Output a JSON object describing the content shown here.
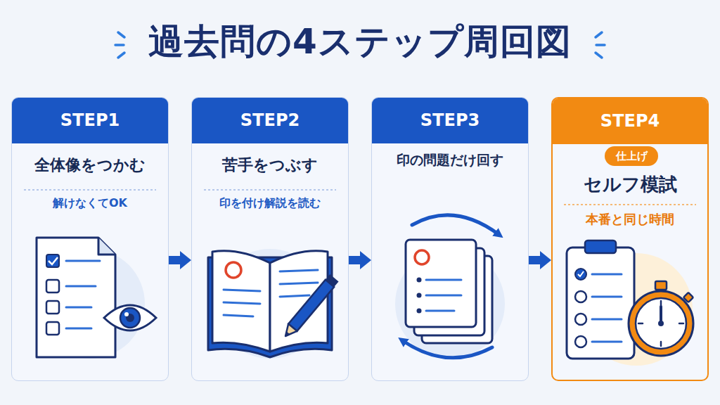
{
  "diagram": {
    "title": "過去問の4ステップ周回図",
    "nodes": [
      {
        "text": [
          "STEP1",
          "全体像をつかむ",
          "解けなくてOK"
        ]
      },
      {
        "text": [
          "STEP2",
          "苦手をつぶす",
          "印を付け解説を読む"
        ]
      },
      {
        "text": [
          "STEP3",
          "印の問題だけ回す"
        ]
      },
      {
        "text": [
          "STEP4",
          "セルフ模試",
          "本番と同じ時間"
        ]
      },
      {
        "text": [
          "仕上げ"
        ],
        "in": 3
      }
    ],
    "edges": [
      {
        "from": 0,
        "to": 1,
        "arrow": "to"
      },
      {
        "from": 1,
        "to": 2,
        "arrow": "to"
      },
      {
        "from": 2,
        "to": 3,
        "arrow": "to"
      }
    ]
  }
}
